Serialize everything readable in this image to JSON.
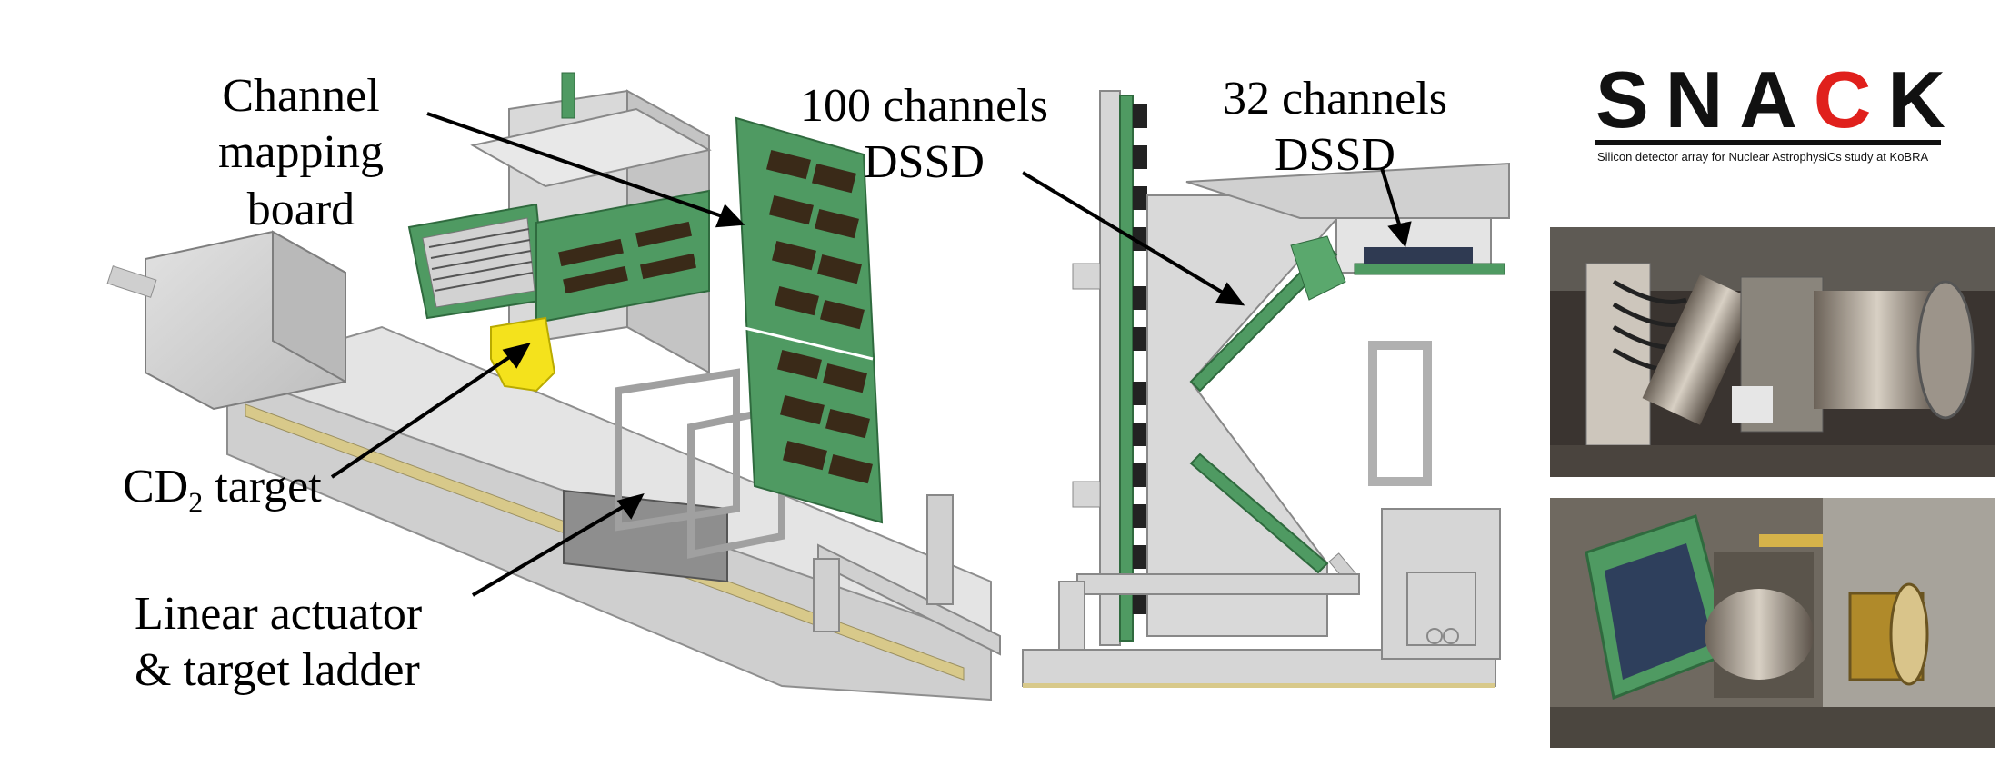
{
  "labels": {
    "channel_mapping": [
      "Channel",
      "mapping",
      "board"
    ],
    "dssd_100": [
      "100 channels",
      "DSSD"
    ],
    "dssd_32": [
      "32 channels",
      "DSSD"
    ],
    "cd2_target": {
      "prefix": "CD",
      "sub": "2",
      "suffix": " target"
    },
    "linear_actuator": [
      "Linear actuator",
      "& target ladder"
    ]
  },
  "logo": {
    "letters": [
      "S",
      "N",
      "A",
      "C",
      "K"
    ],
    "subtitle": "Silicon detector array for Nuclear AstrophysiCs study at KoBRA",
    "accent_color": "#e0201c"
  },
  "colors": {
    "pcb_green": "#4f9a62",
    "frame_grey": "#d3d3d3",
    "target_yellow": "#f4e21c",
    "connector_dark": "#3a2a18"
  },
  "photos": [
    {
      "name": "chamber-photo-top"
    },
    {
      "name": "chamber-photo-bottom"
    }
  ]
}
